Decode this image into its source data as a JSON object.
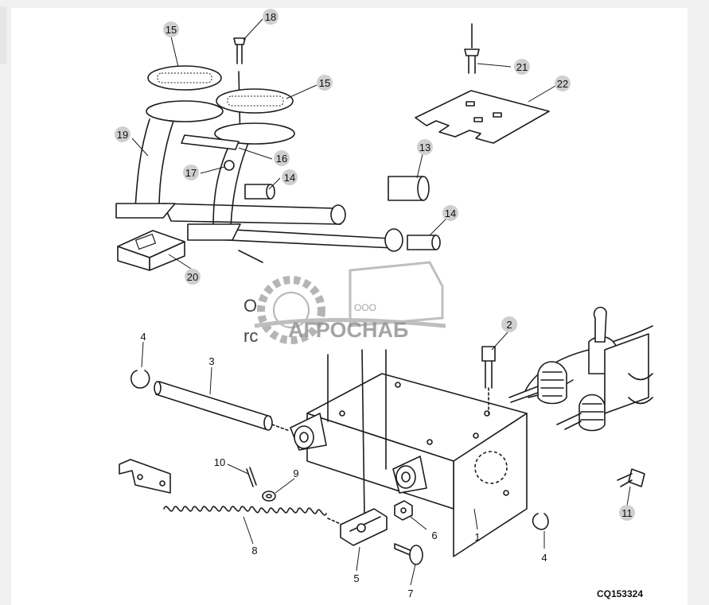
{
  "diagram": {
    "figure_id": "CQ153324",
    "callouts": [
      {
        "id": "c15a",
        "label": "15"
      },
      {
        "id": "c18",
        "label": "18"
      },
      {
        "id": "c15b",
        "label": "15"
      },
      {
        "id": "c21",
        "label": "21"
      },
      {
        "id": "c22",
        "label": "22"
      },
      {
        "id": "c19",
        "label": "19"
      },
      {
        "id": "c16",
        "label": "16"
      },
      {
        "id": "c17",
        "label": "17"
      },
      {
        "id": "c14a",
        "label": "14"
      },
      {
        "id": "c13",
        "label": "13"
      },
      {
        "id": "c14b",
        "label": "14"
      },
      {
        "id": "c20",
        "label": "20"
      },
      {
        "id": "c2",
        "label": "2"
      },
      {
        "id": "c4a",
        "label": "4"
      },
      {
        "id": "c3",
        "label": "3"
      },
      {
        "id": "c10",
        "label": "10"
      },
      {
        "id": "c9",
        "label": "9"
      },
      {
        "id": "c11",
        "label": "11"
      },
      {
        "id": "c8",
        "label": "8"
      },
      {
        "id": "c6",
        "label": "6"
      },
      {
        "id": "c1",
        "label": "1"
      },
      {
        "id": "c4b",
        "label": "4"
      },
      {
        "id": "c5",
        "label": "5"
      },
      {
        "id": "c7",
        "label": "7"
      }
    ]
  },
  "watermark": {
    "brand": "АГРОСНАБ",
    "prefix": "ООО"
  },
  "fragments": {
    "left_a": "O",
    "left_b": "rc"
  }
}
